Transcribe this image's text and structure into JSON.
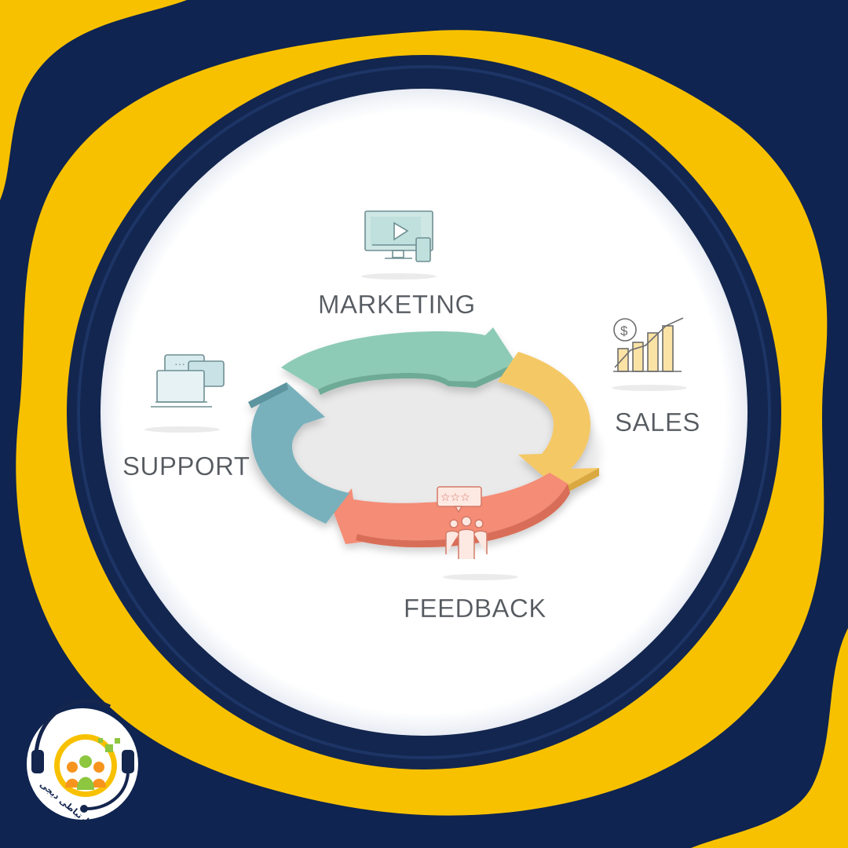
{
  "diagram": {
    "stages": [
      {
        "label": "MARKETING",
        "color": "#8ecbb7",
        "icon": "video-monitor-icon"
      },
      {
        "label": "SALES",
        "color": "#f4c865",
        "icon": "sales-growth-chart-icon"
      },
      {
        "label": "FEEDBACK",
        "color": "#f58c76",
        "icon": "customer-rating-icon"
      },
      {
        "label": "SUPPORT",
        "color": "#78b1bc",
        "icon": "chat-laptop-icon"
      }
    ]
  },
  "theme": {
    "navy": "#0f2450",
    "yellow": "#f8c100",
    "white": "#ffffff"
  },
  "logo": {
    "text": "ارتباطی دیجی"
  }
}
